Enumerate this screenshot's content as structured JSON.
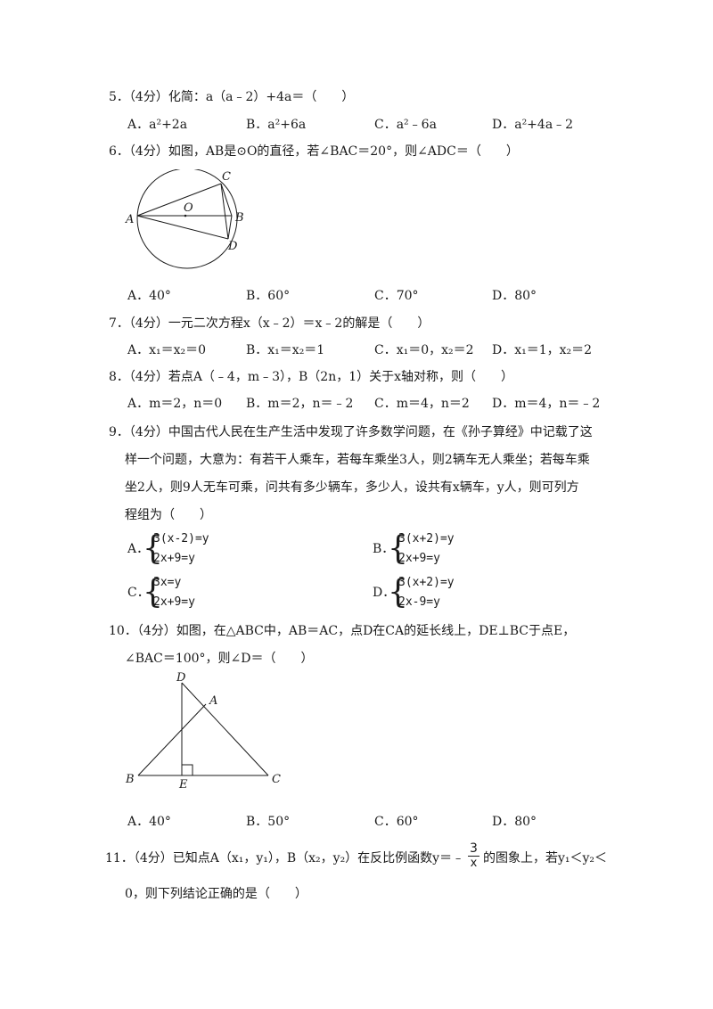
{
  "q5": {
    "stem": "5．（4分）化简：a（a﹣2）+4a＝（　　）",
    "options": [
      "A．a²+2a",
      "B．a²+6a",
      "C．a²﹣6a",
      "D．a²+4a﹣2"
    ]
  },
  "q6": {
    "stem": "6．（4分）如图，AB是⊙O的直径，若∠BAC＝20°，则∠ADC＝（　　）",
    "figure_labels": {
      "A": "A",
      "B": "B",
      "C": "C",
      "D": "D",
      "O": "O"
    },
    "options": [
      "A．40°",
      "B．60°",
      "C．70°",
      "D．80°"
    ]
  },
  "q7": {
    "stem": "7．（4分）一元二次方程x（x﹣2）＝x﹣2的解是（　　）",
    "options": [
      "A．x₁＝x₂＝0",
      "B．x₁＝x₂＝1",
      "C．x₁＝0，x₂＝2",
      "D．x₁＝1，x₂＝2"
    ]
  },
  "q8": {
    "stem": "8．（4分）若点A（﹣4，m﹣3），B（2n，1）关于x轴对称，则（　　）",
    "options": [
      "A．m＝2，n＝0",
      "B．m＝2，n＝﹣2",
      "C．m＝4，n＝2",
      "D．m＝4，n＝﹣2"
    ]
  },
  "q9": {
    "stem_lines": [
      "9．（4分）中国古代人民在生产生活中发现了许多数学问题，在《孙子算经》中记载了这",
      "样一个问题，大意为：有若干人乘车，若每车乘坐3人，则2辆车无人乘坐；若每车乘",
      "坐2人，则9人无车可乘，问共有多少辆车，多少人，设共有x辆车，y人，则可列方",
      "程组为（　　）"
    ],
    "options": [
      {
        "letter": "A．",
        "line1": "3(x-2)=y",
        "line2": "2x+9=y"
      },
      {
        "letter": "B．",
        "line1": "3(x+2)=y",
        "line2": "2x+9=y"
      },
      {
        "letter": "C．",
        "line1": "3x=y",
        "line2": "2x+9=y"
      },
      {
        "letter": "D．",
        "line1": "3(x+2)=y",
        "line2": "2x-9=y"
      }
    ]
  },
  "q10": {
    "stem_lines": [
      "10．（4分）如图，在△ABC中，AB＝AC，点D在CA的延长线上，DE⊥BC于点E，",
      "∠BAC＝100°，则∠D＝（　　）"
    ],
    "figure_labels": {
      "A": "A",
      "B": "B",
      "C": "C",
      "D": "D",
      "E": "E"
    },
    "options": [
      "A．40°",
      "B．50°",
      "C．60°",
      "D．80°"
    ]
  },
  "q11": {
    "stem_before": "11．（4分）已知点A（x₁，y₁），B（x₂，y₂）在反比例函数y＝﹣",
    "frac_num": "3",
    "frac_den": "x",
    "stem_after": "的图象上，若y₁＜y₂＜",
    "stem_line2": "0，则下列结论正确的是（　　）"
  }
}
